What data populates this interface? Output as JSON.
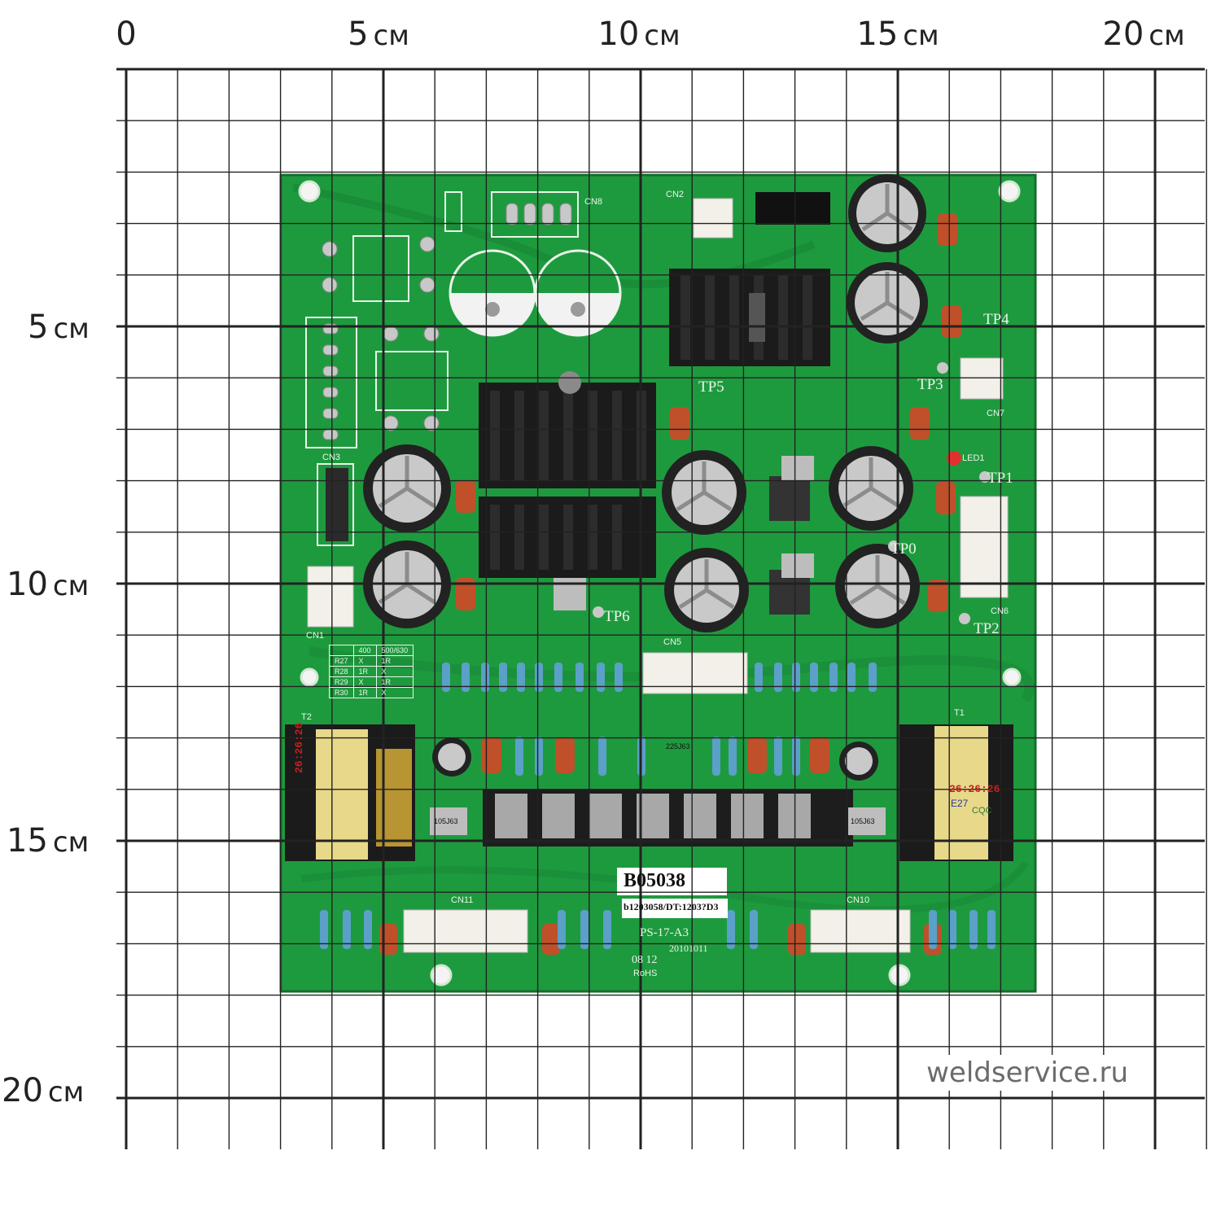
{
  "ruler": {
    "unit": "см",
    "top": [
      {
        "value": "0",
        "unit": ""
      },
      {
        "value": "5",
        "unit": "см"
      },
      {
        "value": "10",
        "unit": "см"
      },
      {
        "value": "15",
        "unit": "см"
      },
      {
        "value": "20",
        "unit": "см"
      }
    ],
    "left": [
      {
        "value": "5",
        "unit": "см"
      },
      {
        "value": "10",
        "unit": "см"
      },
      {
        "value": "15",
        "unit": "см"
      },
      {
        "value": "20",
        "unit": "см"
      }
    ]
  },
  "watermark": "weldservice.ru",
  "board": {
    "main_label": "B05038",
    "sub_label": "b1203058/DT:1203?D3",
    "model": "PS-17-A3",
    "date": "20101011",
    "code": "08 12",
    "rohs": "RoHS",
    "transformer_text": "26:26:26",
    "transformer_core": "E27",
    "transformer_mark": "CQC",
    "connectors": [
      "CN1",
      "CN2",
      "CN3",
      "CN5",
      "CN6",
      "CN7",
      "CN8",
      "CN10",
      "CN11"
    ],
    "test_points": [
      "TP0",
      "TP1",
      "TP2",
      "TP3",
      "TP4",
      "TP5",
      "TP6"
    ],
    "led": "LED1",
    "transformers": [
      "T1",
      "T2"
    ],
    "table": {
      "header": [
        "",
        "400",
        "500/630"
      ],
      "rows": [
        [
          "R27",
          "X",
          "1R"
        ],
        [
          "R28",
          "1R",
          "X"
        ],
        [
          "R29",
          "X",
          "1R"
        ],
        [
          "R30",
          "1R",
          "X"
        ]
      ]
    },
    "cap_label": "105J63",
    "cap_label2": "225J63"
  },
  "colors": {
    "pcb": "#1e9a3e",
    "pcb_dark": "#157a2f",
    "grid": "#222222",
    "silk": "#e8f5e8",
    "heatsink": "#1b1b1b",
    "cap_sleeve": "#222222",
    "cap_top": "#c9c9c9",
    "film_cap": "#c0502a",
    "transformer": "#e8d88a"
  }
}
